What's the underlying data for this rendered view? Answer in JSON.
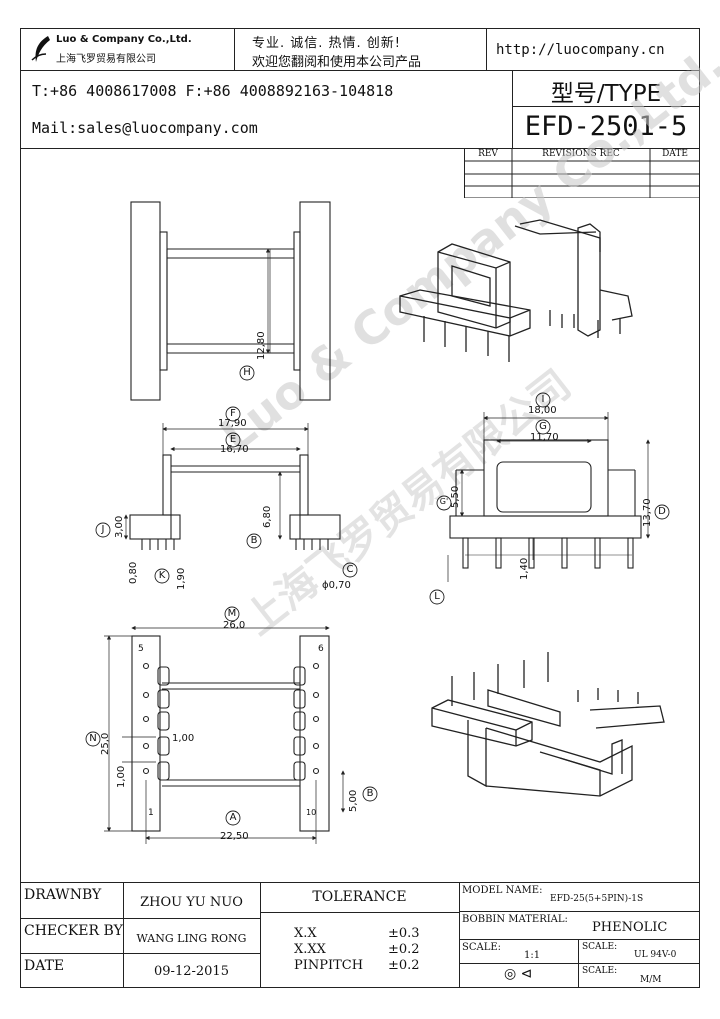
{
  "header": {
    "company_en": "Luo & Company Co.,Ltd.",
    "company_cn": "上海飞罗贸易有限公司",
    "slogan_line1": "专业. 诚信.  热情.  创新!",
    "slogan_line2": "欢迎您翻阅和使用本公司产品",
    "website": "http://luocompany.cn",
    "phone_fax": "T:+86 4008617008 F:+86 4008892163-104818",
    "mail": "Mail:sales@luocompany.com",
    "type_label": "型号/TYPE",
    "type_value": "EFD-2501-5"
  },
  "revisions": {
    "col_rev": "REV",
    "col_rec": "REVISIONS REC",
    "col_date": "DATE"
  },
  "watermark": {
    "line1": "Luo & Company Co.,Ltd.",
    "line2": "上海飞罗贸易有限公司"
  },
  "dims": {
    "H_val": "12,80",
    "F_val": "17,90",
    "E_val": "16,70",
    "B_val": "6,80",
    "J_val": "3,00",
    "pin_a": "0,80",
    "pin_b": "1,90",
    "C_val": "ϕ0,70",
    "I_val": "18,00",
    "G_val": "11,70",
    "Gp_val": "5,50",
    "D_val": "13,70",
    "L_val": "1,40",
    "M_val": "26,0",
    "N_val": "25,0",
    "N_sub": "1,00",
    "one_mm": "1,00",
    "five_mm": "5,00",
    "A_val": "22,50",
    "letter_H": "H",
    "letter_F": "F",
    "letter_E": "E",
    "letter_B": "B",
    "letter_J": "J",
    "letter_K": "K",
    "letter_C": "C",
    "letter_I": "I",
    "letter_G": "G",
    "letter_Gp": "G'",
    "letter_D": "D",
    "letter_L": "L",
    "letter_M": "M",
    "letter_N": "N",
    "letter_A": "A",
    "letter_Bp": "B",
    "pin5": "5",
    "pin6": "6",
    "pin1": "1",
    "pin10": "10"
  },
  "title_block": {
    "drawn_label": "DRAWNBY",
    "drawn_value": "ZHOU YU NUO",
    "checker_label": "CHECKER BY",
    "checker_value": "WANG LING RONG",
    "date_label": "DATE",
    "date_value": "09-12-2015",
    "tolerance_label": "TOLERANCE",
    "tol_rows": [
      {
        "k": "X.X",
        "v": "±0.3"
      },
      {
        "k": "X.XX",
        "v": "±0.2"
      },
      {
        "k": "PINPITCH",
        "v": "±0.2"
      }
    ],
    "model_label": "MODEL NAME:",
    "model_value": "EFD-25(5+5PIN)-1S",
    "bobbin_label": "BOBBIN MATERIAL:",
    "bobbin_value": "PHENOLIC",
    "scale_label": "SCALE:",
    "scale_value": "1:1",
    "scale2_label": "SCALE:",
    "scale2_value": "UL 94V-0",
    "scale3_label": "SCALE:",
    "scale3_value": "M/M",
    "projection_symbol": "◎ ⊲"
  }
}
